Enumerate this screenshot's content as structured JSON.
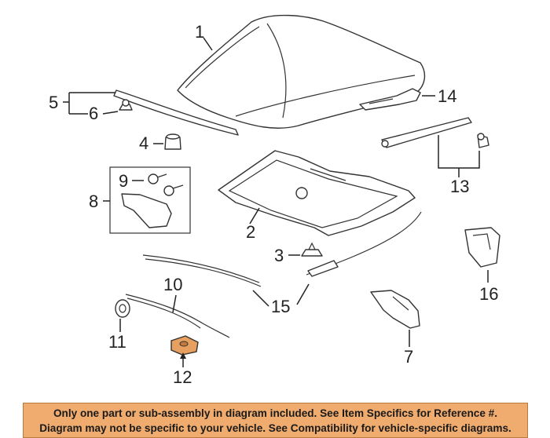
{
  "diagram": {
    "callouts": {
      "c1": "1",
      "c2": "2",
      "c3": "3",
      "c4": "4",
      "c5": "5",
      "c6": "6",
      "c7": "7",
      "c8": "8",
      "c9": "9",
      "c10": "10",
      "c11": "11",
      "c12": "12",
      "c13": "13",
      "c14": "14",
      "c15": "15",
      "c16": "16"
    },
    "highlight_color": "#e8a060"
  },
  "disclaimer": {
    "line1": "Only one part or sub-assembly in diagram included. See Item Specifics for Reference #.",
    "line2": "Diagram may not be specific to your vehicle. See Compatibility for vehicle-specific diagrams.",
    "background_color": "#f0ab6e"
  }
}
